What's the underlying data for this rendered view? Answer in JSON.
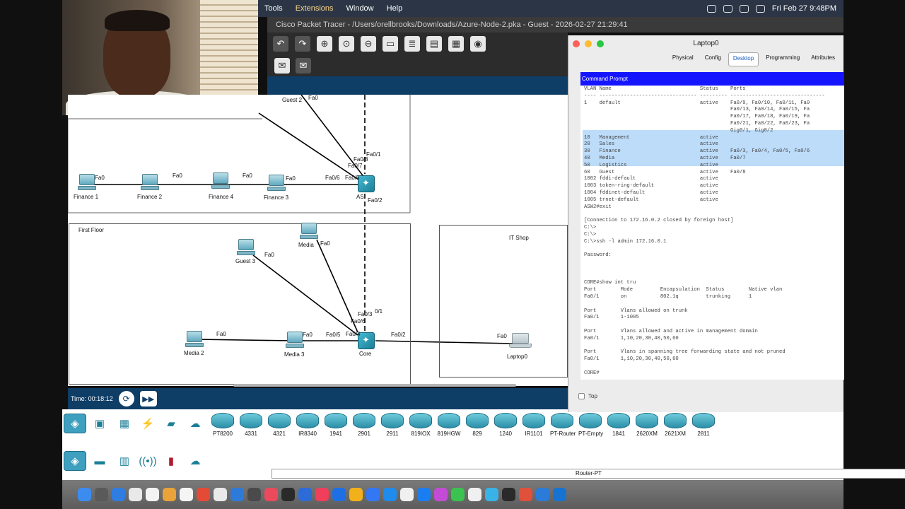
{
  "menubar": {
    "items": [
      "Tools",
      "Extensions",
      "Window",
      "Help"
    ],
    "clock": "Fri Feb 27  9:48PM"
  },
  "pt_window": {
    "title": "Cisco Packet Tracer - /Users/orellbrooks/Downloads/Azure-Node-2.pka - Guest - 2026-02-27 21:29:41"
  },
  "canvas": {
    "clusters": {
      "first_floor": "First Floor",
      "it_shop": "IT Shop"
    },
    "devices": {
      "guest2": "Guest 2",
      "finance1": "Finance 1",
      "finance2": "Finance 2",
      "finance4": "Finance 4",
      "finance3": "Finance 3",
      "asw": "AS",
      "guest3": "Guest 3",
      "media1": "Media",
      "media2": "Media 2",
      "media3": "Media 3",
      "core": "Core",
      "laptop0": "Laptop0"
    },
    "ports": {
      "fa0": "Fa0",
      "fa0_1": "Fa0/1",
      "fa0_8": "Fa0/8",
      "fa0_7": "Fa0/7",
      "fa0_6": "Fa0/6",
      "fa0_5": "Fa0/5",
      "fa0_2": "Fa0/2",
      "fa0_3": "Fa0/3",
      "fa0_4": "Fa0/4",
      "p0_1": "0/1"
    }
  },
  "sim": {
    "time": "Time: 00:18:12"
  },
  "device_panel": {
    "routers": [
      "PT8200",
      "4331",
      "4321",
      "IR8340",
      "1941",
      "2901",
      "2911",
      "819IOX",
      "819HGW",
      "829",
      "1240",
      "IR1101",
      "PT-Router",
      "PT-Empty",
      "1841",
      "2620XM",
      "2621XM",
      "2811"
    ],
    "selected_name": "Router-PT"
  },
  "laptop_window": {
    "title": "Laptop0",
    "tabs": [
      "Physical",
      "Config",
      "Desktop",
      "Programming",
      "Attributes"
    ],
    "active_tab": "Desktop",
    "cmd_title": "Command Prompt",
    "top_checkbox": "Top",
    "terminal_lines": [
      "VLAN Name                             Status    Ports",
      "---- -------------------------------- --------- -------------------------------",
      "1    default                          active    Fa0/9, Fa0/10, Fa0/11, Fa0",
      "                                                Fa0/13, Fa0/14, Fa0/15, Fa",
      "                                                Fa0/17, Fa0/18, Fa0/19, Fa",
      "                                                Fa0/21, Fa0/22, Fa0/23, Fa",
      "                                                Gig0/1, Gig0/2",
      "10   Management                       active",
      "20   Sales                            active",
      "30   Finance                          active    Fa0/3, Fa0/4, Fa0/5, Fa0/6",
      "40   Media                            active    Fa0/7",
      "50   Logistics                        active",
      "60   Guest                            active    Fa0/8",
      "1002 fddi-default                     active",
      "1003 token-ring-default               active",
      "1004 fddinet-default                  active",
      "1005 trnet-default                    active",
      "ASW2#exit",
      "",
      "[Connection to 172.16.0.2 closed by foreign host]",
      "C:\\>",
      "C:\\>",
      "C:\\>ssh -l admin 172.16.0.1",
      "",
      "Password:",
      "",
      "",
      "",
      "CORE#show int tru",
      "Port        Mode         Encapsulation  Status        Native vlan",
      "Fa0/1       on           802.1q         trunking      1",
      "",
      "Port        Vlans allowed on trunk",
      "Fa0/1       1-1005",
      "",
      "Port        Vlans allowed and active in management domain",
      "Fa0/1       1,10,20,30,40,50,60",
      "",
      "Port        Vlans in spanning tree forwarding state and not pruned",
      "Fa0/1       1,10,20,30,40,50,60",
      "",
      "CORE#"
    ]
  }
}
